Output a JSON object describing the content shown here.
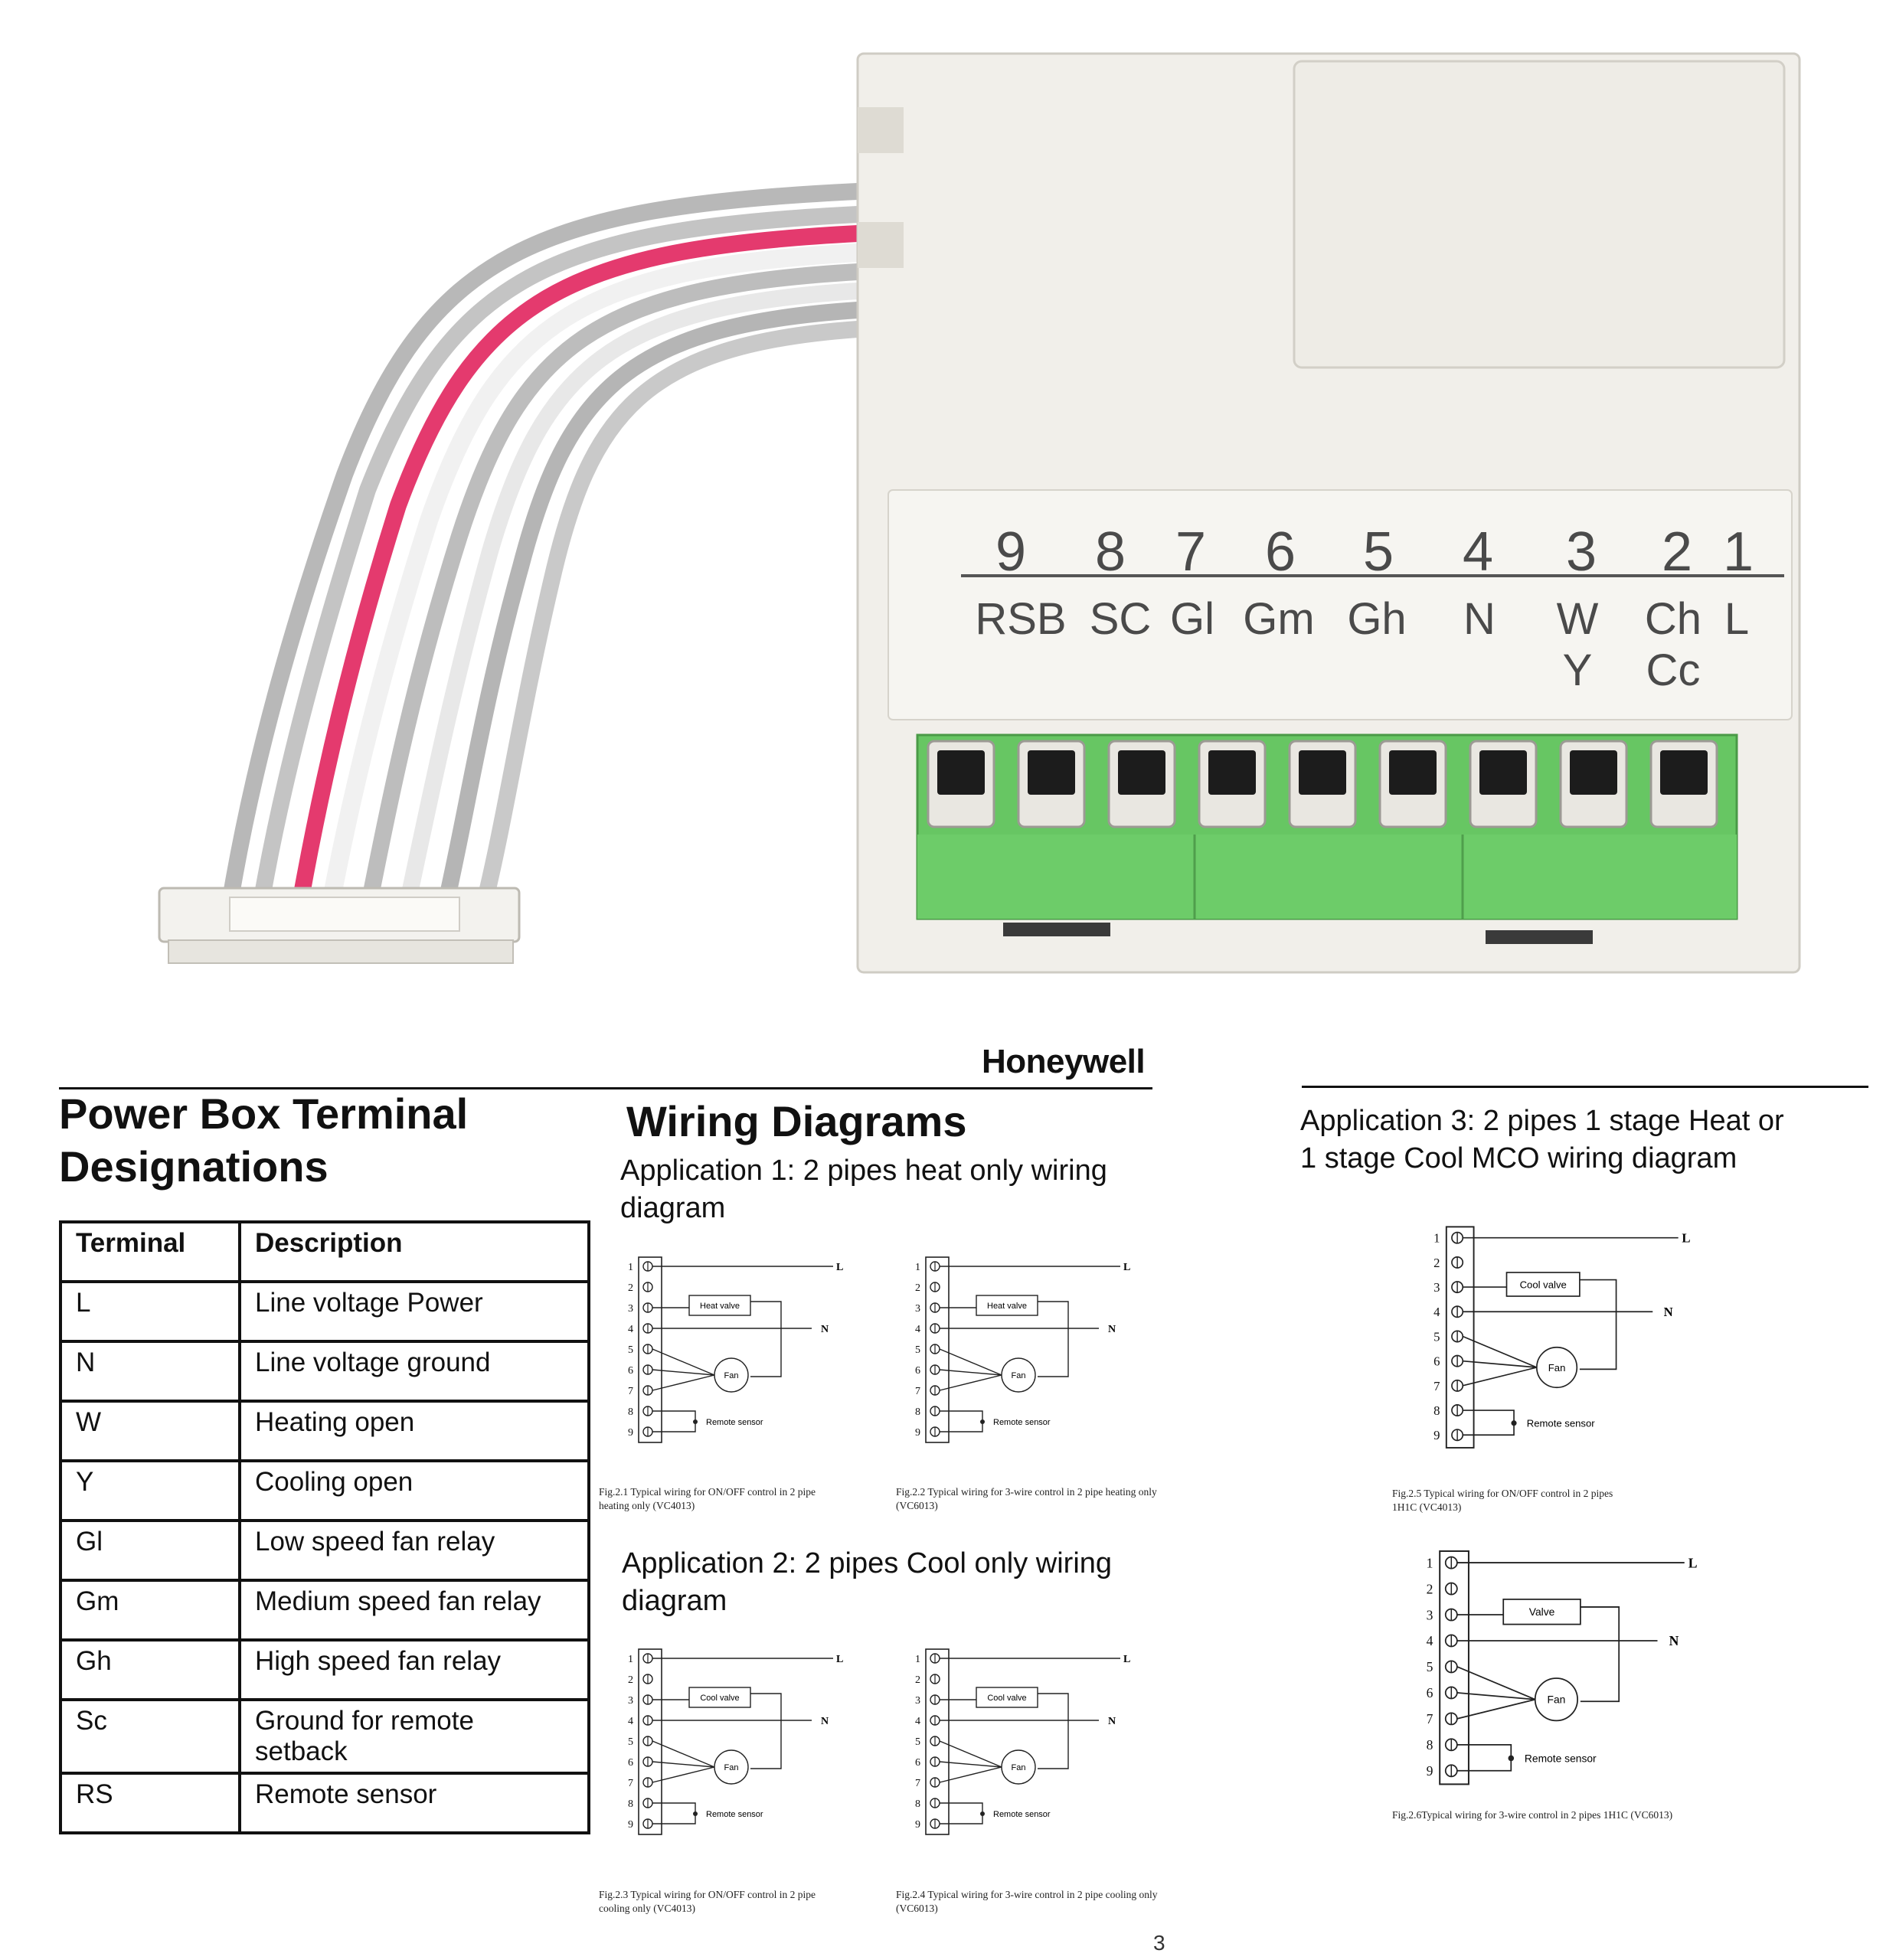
{
  "brand": "Honeywell",
  "module_terminals": {
    "numbers": [
      "9",
      "8",
      "7",
      "6",
      "5",
      "4",
      "3",
      "2",
      "1"
    ],
    "labels": [
      "RSB",
      "SC",
      "Gl",
      "Gm",
      "Gh",
      "N",
      "W",
      "Ch",
      "L"
    ],
    "labels_second_line": [
      "",
      "",
      "",
      "",
      "",
      "",
      "Y",
      "Cc",
      ""
    ]
  },
  "left_section": {
    "title_line1": "Power Box Terminal",
    "title_line2": "Designations",
    "table": {
      "headers": [
        "Terminal",
        "Description"
      ],
      "rows": [
        [
          "L",
          "Line voltage Power"
        ],
        [
          "N",
          "Line voltage ground"
        ],
        [
          "W",
          "Heating open"
        ],
        [
          "Y",
          "Cooling open"
        ],
        [
          "Gl",
          "Low speed fan relay"
        ],
        [
          "Gm",
          "Medium speed fan relay"
        ],
        [
          "Gh",
          "High speed fan relay"
        ],
        [
          "Sc",
          "Ground for remote setback"
        ],
        [
          "RS",
          "Remote sensor"
        ]
      ]
    }
  },
  "wiring_title": "Wiring Diagrams",
  "applications": [
    {
      "line1": "Application 1: 2 pipes heat only wiring",
      "line2": "diagram"
    },
    {
      "line1": "Application 2: 2 pipes Cool only wiring",
      "line2": "diagram"
    },
    {
      "line1": "Application 3: 2 pipes 1 stage Heat or",
      "line2": "1 stage Cool MCO wiring diagram"
    }
  ],
  "diagram_labels": {
    "L": "L",
    "N": "N",
    "fan": "Fan",
    "remote_sensor": "Remote sensor",
    "heat_valve": "Heat valve",
    "cool_valve": "Cool valve",
    "valve": "Valve",
    "terminals": [
      "1",
      "2",
      "3",
      "4",
      "5",
      "6",
      "7",
      "8",
      "9"
    ]
  },
  "figures": [
    {
      "id": "f21",
      "valve": "Heat valve",
      "cap1": "Fig.2.1 Typical wiring for ON/OFF control in 2 pipe",
      "cap2": "heating only  (VC4013)"
    },
    {
      "id": "f22",
      "valve": "Heat valve",
      "cap1": "Fig.2.2 Typical wiring for 3-wire control in 2 pipe heating only",
      "cap2": "(VC6013)"
    },
    {
      "id": "f23",
      "valve": "Cool valve",
      "cap1": "Fig.2.3 Typical wiring for ON/OFF control in 2 pipe",
      "cap2": "cooling only  (VC4013)"
    },
    {
      "id": "f24",
      "valve": "Cool valve",
      "cap1": "Fig.2.4 Typical wiring for 3-wire control in 2 pipe cooling only",
      "cap2": "(VC6013)"
    },
    {
      "id": "f25",
      "valve": "Cool valve",
      "cap1": "Fig.2.5 Typical wiring for ON/OFF control in 2 pipes",
      "cap2": "1H1C (VC4013)"
    },
    {
      "id": "f26",
      "valve": "Valve",
      "cap1": "Fig.2.6Typical wiring for 3-wire control in 2 pipes 1H1C (VC6013)",
      "cap2": ""
    }
  ],
  "page_number": "3"
}
